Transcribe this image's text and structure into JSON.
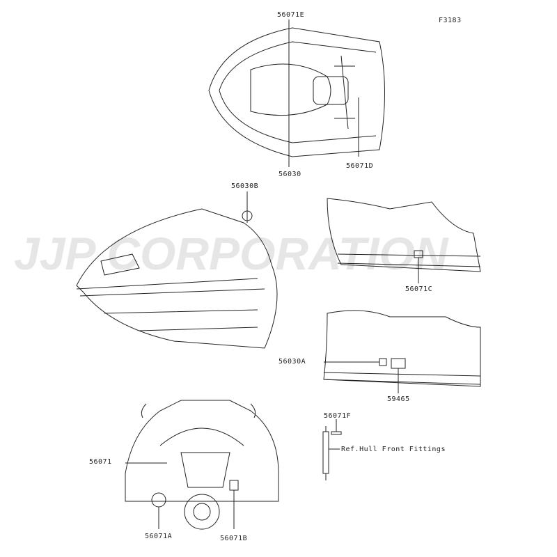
{
  "figure_code": "F3183",
  "watermark": "JJP CORPORATION",
  "callouts": {
    "c56071E": "56071E",
    "c56030": "56030",
    "c56071D": "56071D",
    "c56030B": "56030B",
    "c56071C": "56071C",
    "c56030A": "56030A",
    "c59465": "59465",
    "c56071F": "56071F",
    "ref_hull": "Ref.Hull Front Fittings",
    "c56071": "56071",
    "c56071A": "56071A",
    "c56071B": "56071B"
  }
}
